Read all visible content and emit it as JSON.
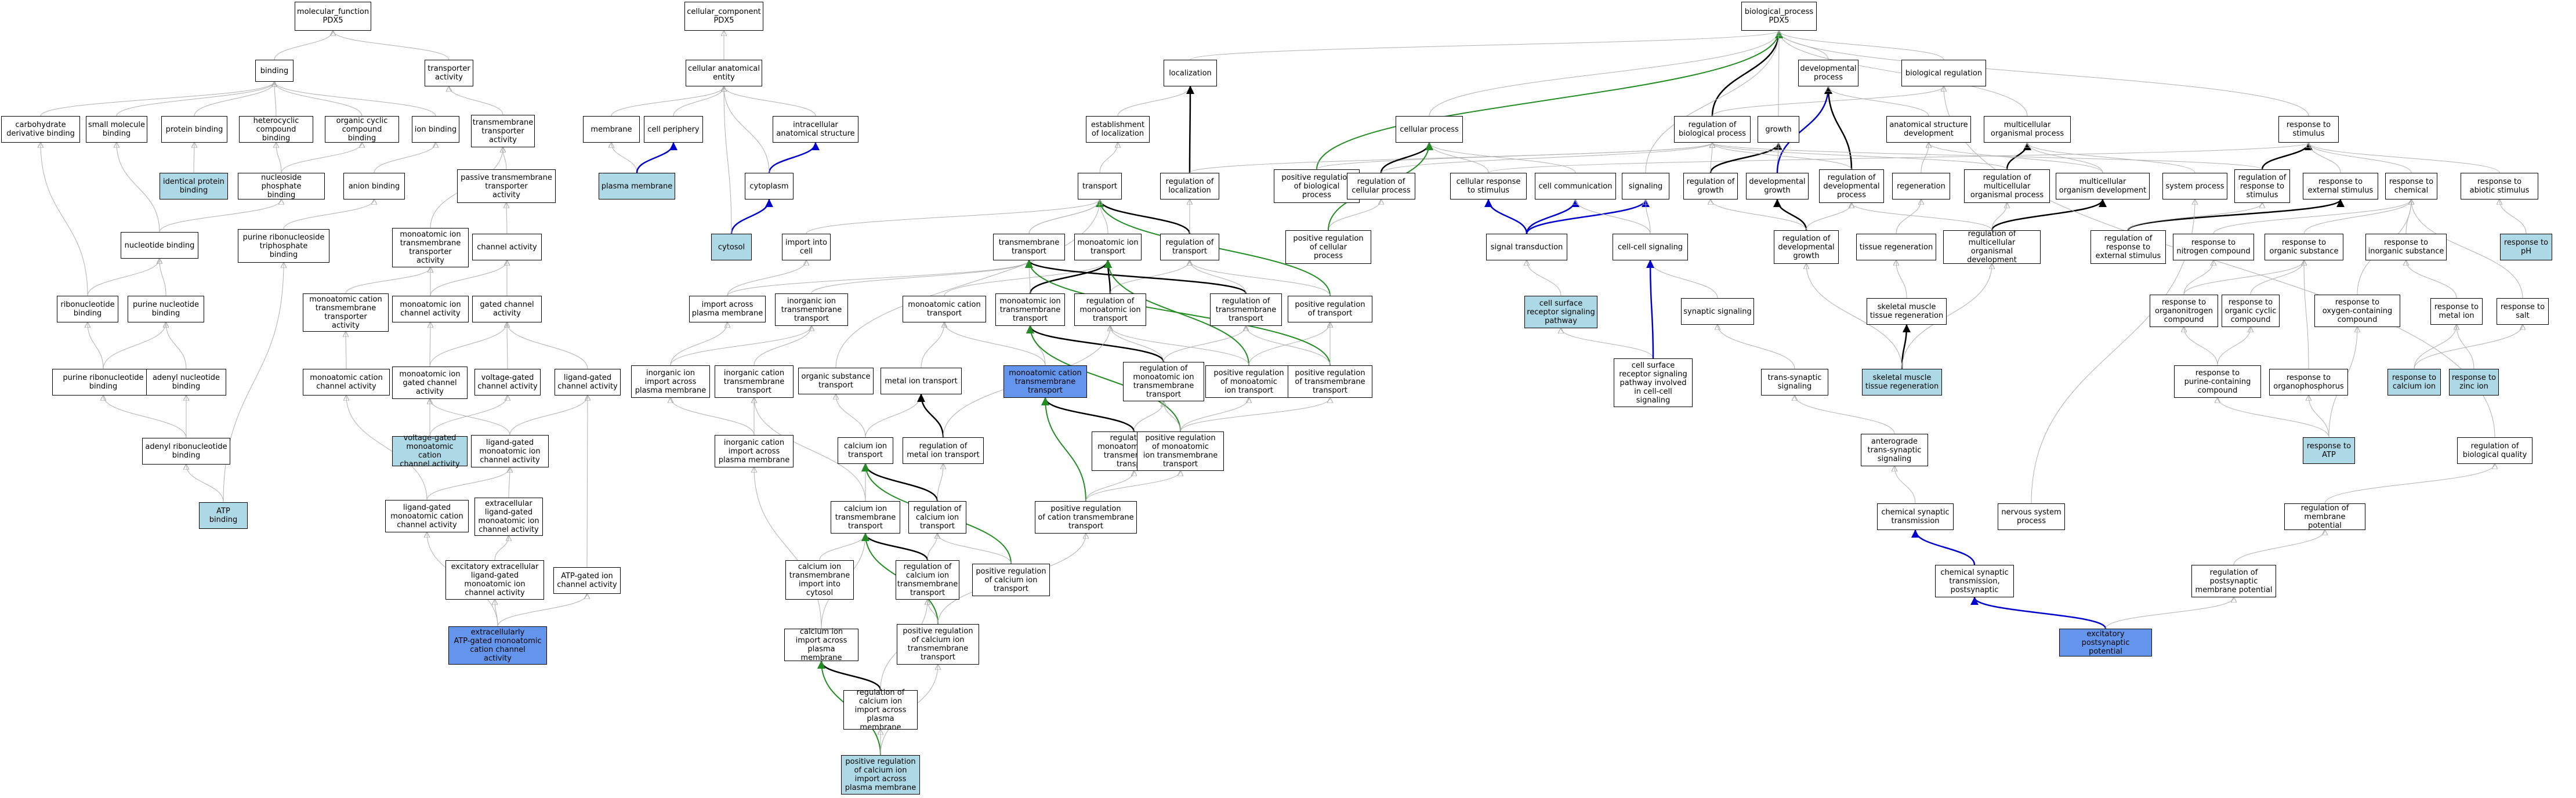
{
  "colors": {
    "node_fill": "#ffffff",
    "highlight_light": "#add8e6",
    "highlight_dark": "#6495ed",
    "edge_is_a": "#b0b0b0",
    "edge_black": "#000000",
    "edge_blue": "#0000cd",
    "edge_green": "#228b22"
  },
  "nodes": {
    "mf": "molecular_function\nPDX5",
    "cc": "cellular_component\nPDX5",
    "bp": "biological_process\nPDX5",
    "binding": "binding",
    "transporter_activity": "transporter\nactivity",
    "cae": "cellular anatomical\nentity",
    "localization": "localization",
    "developmental_process": "developmental\nprocess",
    "biological_regulation": "biological regulation",
    "carb_deriv_binding": "carbohydrate\nderivative binding",
    "small_mol_binding": "small molecule\nbinding",
    "protein_binding": "protein binding",
    "heterocyclic_binding": "heterocyclic\ncompound binding",
    "organic_cyclic_binding": "organic cyclic\ncompound binding",
    "ion_binding": "ion binding",
    "tm_transporter_activity": "transmembrane\ntransporter\nactivity",
    "membrane": "membrane",
    "cell_periphery": "cell periphery",
    "intracellular_anatomical": "intracellular\nanatomical structure",
    "establishment_localization": "establishment\nof localization",
    "cellular_process": "cellular process",
    "reg_bio_process": "regulation of\nbiological process",
    "growth": "growth",
    "anatomical_structure_dev": "anatomical structure\ndevelopment",
    "multicellular_org_process": "multicellular\norganismal process",
    "response_to_stimulus": "response to\nstimulus",
    "identical_protein_binding": "identical protein\nbinding",
    "nucleoside_phosphate_binding": "nucleoside phosphate\nbinding",
    "anion_binding": "anion binding",
    "passive_tm_transporter": "passive transmembrane\ntransporter\nactivity",
    "plasma_membrane": "plasma membrane",
    "cytoplasm": "cytoplasm",
    "transport": "transport",
    "reg_localization": "regulation of\nlocalization",
    "pos_reg_bio_process": "positive regulation\nof biological\nprocess",
    "reg_cellular_process": "regulation of\ncellular process",
    "cellular_response_stimulus": "cellular response\nto stimulus",
    "cell_communication": "cell communication",
    "signaling": "signaling",
    "reg_growth": "regulation of\ngrowth",
    "dev_growth": "developmental\ngrowth",
    "reg_dev_process": "regulation of\ndevelopmental\nprocess",
    "regeneration": "regeneration",
    "reg_multicellular": "regulation of\nmulticellular\norganismal process",
    "multicellular_org_dev": "multicellular\norganism development",
    "system_process": "system process",
    "reg_response_stimulus": "regulation of\nresponse to\nstimulus",
    "response_external": "response to\nexternal stimulus",
    "response_chemical": "response to\nchemical",
    "response_abiotic": "response to\nabiotic stimulus",
    "nucleotide_binding": "nucleotide binding",
    "purine_ribonucleoside_tp_binding": "purine ribonucleoside\ntriphosphate\nbinding",
    "monoatomic_ion_tm_transporter": "monoatomic ion\ntransmembrane\ntransporter\nactivity",
    "channel_activity": "channel activity",
    "cytosol": "cytosol",
    "import_into_cell": "import into\ncell",
    "tm_transport": "transmembrane\ntransport",
    "monoatomic_ion_transport": "monoatomic ion\ntransport",
    "reg_transport": "regulation of\ntransport",
    "pos_reg_cellular_process": "positive regulation\nof cellular\nprocess",
    "signal_transduction": "signal transduction",
    "cell_cell_signaling": "cell-cell signaling",
    "reg_dev_growth": "regulation of\ndevelopmental\ngrowth",
    "tissue_regeneration": "tissue regeneration",
    "reg_multicellular_dev": "regulation of\nmulticellular\norganismal development",
    "reg_response_external": "regulation of\nresponse to\nexternal stimulus",
    "response_nitrogen": "response to\nnitrogen compound",
    "response_organic": "response to\norganic substance",
    "response_inorganic": "response to\ninorganic substance",
    "response_ph": "response to\npH",
    "ribonucleotide_binding": "ribonucleotide\nbinding",
    "purine_nucleotide_binding": "purine nucleotide\nbinding",
    "monoatomic_cation_tm_transporter": "monoatomic cation\ntransmembrane\ntransporter\nactivity",
    "gated_channel_activity": "gated channel\nactivity",
    "import_across_pm": "import across\nplasma membrane",
    "inorganic_ion_tm_transport": "inorganic ion\ntransmembrane\ntransport",
    "monoatomic_cation_transport": "monoatomic cation\ntransport",
    "monoatomic_ion_tm_transport": "monoatomic ion\ntransmembrane\ntransport",
    "reg_monoatomic_ion_transport": "regulation of\nmonoatomic ion\ntransport",
    "reg_tm_transport": "regulation of\ntransmembrane\ntransport",
    "pos_reg_transport": "positive regulation\nof transport",
    "cell_surface_receptor_pathway": "cell surface\nreceptor signaling\npathway",
    "synaptic_signaling": "synaptic signaling",
    "skeletal_muscle_tissue_regen": "skeletal muscle\ntissue regeneration",
    "response_organonitrogen": "response to\norganonitrogen\ncompound",
    "response_organic_cyclic": "response to\norganic cyclic\ncompound",
    "response_oxygen_containing": "response to\noxygen-containing\ncompound",
    "response_metal_ion": "response to\nmetal ion",
    "response_salt": "response to\nsalt",
    "purine_ribonucleotide_binding": "purine ribonucleotide\nbinding",
    "adenyl_nucleotide_binding": "adenyl nucleotide\nbinding",
    "monoatomic_cation_channel": "monoatomic cation\nchannel activity",
    "monoatomic_ion_channel": "monoatomic ion\nchannel activity",
    "monoatomic_ion_gated_channel": "monoatomic ion\ngated channel\nactivity",
    "voltage_gated_channel": "voltage-gated\nchannel activity",
    "ligand_gated_channel": "ligand-gated\nchannel activity",
    "inorganic_ion_import_pm": "inorganic ion\nimport across\nplasma membrane",
    "inorganic_cation_tm_transport": "inorganic cation\ntransmembrane\ntransport",
    "organic_substance_transport": "organic substance\ntransport",
    "metal_ion_transport": "metal ion transport",
    "monoatomic_cation_tm_transport": "monoatomic cation\ntransmembrane\ntransport",
    "reg_monoatomic_ion_tm_transport": "regulation of\nmonoatomic ion\ntransmembrane\ntransport",
    "pos_reg_monoatomic_ion_transport": "positive regulation\nof monoatomic\nion transport",
    "pos_reg_tm_transport": "positive regulation\nof transmembrane\ntransport",
    "cell_surface_receptor_cell_cell": "cell surface\nreceptor signaling\npathway involved\nin cell-cell\nsignaling",
    "trans_synaptic_signaling": "trans-synaptic\nsignaling",
    "response_purine_containing": "response to\npurine-containing\ncompound",
    "response_organophosphorus": "response to\norganophosphorus",
    "response_calcium_ion": "response to\ncalcium ion",
    "response_zinc_ion": "response to\nzinc ion",
    "adenyl_ribonucleotide_binding": "adenyl ribonucleotide\nbinding",
    "voltage_gated_monoatomic_cation": "voltage-gated\nmonoatomic cation\nchannel activity",
    "ligand_gated_monoatomic_ion": "ligand-gated\nmonoatomic ion\nchannel activity",
    "inorganic_cation_import_pm": "inorganic cation\nimport across\nplasma membrane",
    "calcium_ion_transport": "calcium ion\ntransport",
    "reg_metal_ion_transport": "regulation of\nmetal ion transport",
    "reg_monoatomic_cation_tm_transport": "regulation of\nmonoatomic cation\ntransmembrane\ntransport",
    "pos_reg_monoatomic_ion_tm_transport": "positive regulation\nof monoatomic\nion transmembrane\ntransport",
    "anterograde_trans_synaptic": "anterograde\ntrans-synaptic\nsignaling",
    "response_to_atp": "response to\nATP",
    "reg_biological_quality": "regulation of\nbiological quality",
    "atp_binding": "ATP binding",
    "ligand_gated_monoatomic_cation": "ligand-gated\nmonoatomic cation\nchannel activity",
    "extracellular_ligand_gated": "extracellular\nligand-gated\nmonoatomic ion\nchannel activity",
    "calcium_ion_tm_transport": "calcium ion\ntransmembrane\ntransport",
    "reg_calcium_ion_transport": "regulation of\ncalcium ion\ntransport",
    "pos_reg_cation_tm_transport": "positive regulation\nof cation transmembrane\ntransport",
    "chemical_synaptic_transmission": "chemical synaptic\ntransmission",
    "nervous_system_process": "nervous system\nprocess",
    "reg_membrane_potential": "regulation of\nmembrane potential",
    "excitatory_extracellular": "excitatory extracellular\nligand-gated\nmonoatomic ion\nchannel activity",
    "atp_gated_ion_channel": "ATP-gated ion\nchannel activity",
    "calcium_ion_tm_import_cytosol": "calcium ion\ntransmembrane\nimport into\ncytosol",
    "reg_calcium_ion_tm_transport": "regulation of\ncalcium ion\ntransmembrane\ntransport",
    "pos_reg_calcium_ion_transport": "positive regulation\nof calcium ion\ntransport",
    "chemical_synaptic_postsynaptic": "chemical synaptic\ntransmission,\npostsynaptic",
    "reg_postsynaptic_potential": "regulation of\npostsynaptic\nmembrane potential",
    "extracellularly_atp_gated": "extracellularly\nATP-gated monoatomic\ncation channel\nactivity",
    "calcium_ion_import_pm": "calcium ion\nimport across\nplasma membrane",
    "pos_reg_calcium_ion_tm_transport": "positive regulation\nof calcium ion\ntransmembrane\ntransport",
    "excitatory_postsynaptic_potential": "excitatory postsynaptic\npotential",
    "reg_calcium_ion_import_pm": "regulation of\ncalcium ion\nimport across\nplasma membrane",
    "pos_reg_calcium_ion_import_pm": "positive regulation\nof calcium ion\nimport across\nplasma membrane"
  }
}
